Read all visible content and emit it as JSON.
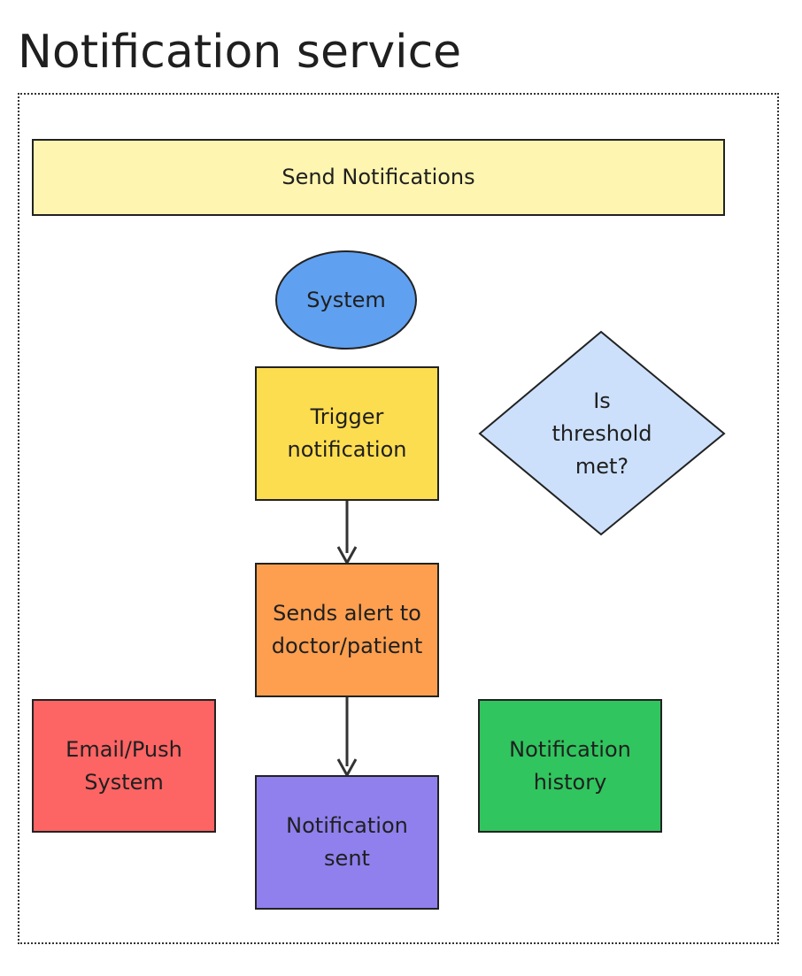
{
  "title": "Notification service",
  "nodes": {
    "header": {
      "label": "Send Notifications",
      "fill": "#fef5b0"
    },
    "system": {
      "label": "System",
      "fill": "#60a0f0"
    },
    "trigger": {
      "line1": "Trigger",
      "line2": "notification",
      "fill": "#fddd50"
    },
    "threshold": {
      "line1": "Is",
      "line2": "threshold",
      "line3": "met?",
      "fill": "#cce0fb"
    },
    "sends": {
      "line1": "Sends alert to",
      "line2": "doctor/patient",
      "fill": "#fd9f4f"
    },
    "email": {
      "line1": "Email/Push",
      "line2": "System",
      "fill": "#fd6464"
    },
    "history": {
      "line1": "Notification",
      "line2": "history",
      "fill": "#30c55e"
    },
    "sent": {
      "line1": "Notification",
      "line2": "sent",
      "fill": "#8f80ed"
    }
  }
}
